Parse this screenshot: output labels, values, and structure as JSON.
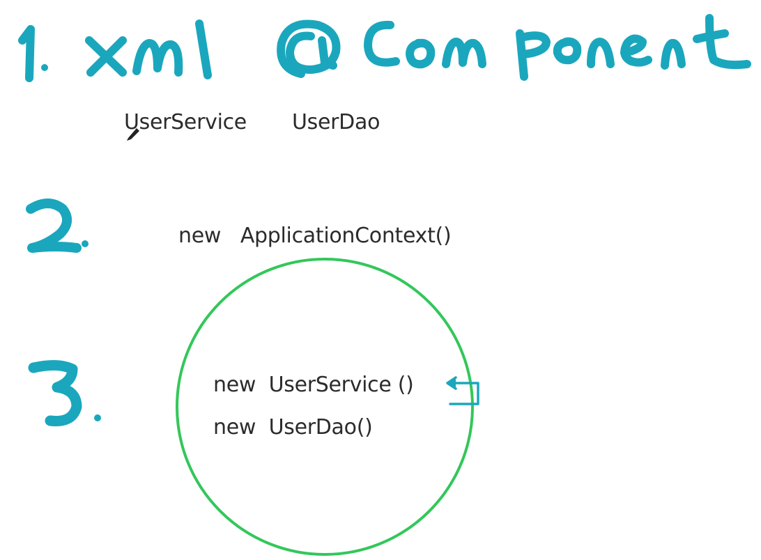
{
  "colors": {
    "ink_teal": "#1aa7bd",
    "circle_green": "#33c75a",
    "text": "#2b2b2b",
    "background": "#ffffff"
  },
  "step1": {
    "number_label": "1.",
    "xml_label": "xml",
    "component_label": "@Component",
    "classes": [
      "UserService",
      "UserDao"
    ]
  },
  "step2": {
    "number_label": "2.",
    "statement": "new   ApplicationContext()"
  },
  "step3": {
    "number_label": "3.",
    "statements": [
      "new  UserService ()",
      "new  UserDao()"
    ]
  },
  "icons": {
    "cursor": "pen-cursor-icon",
    "arrow": "return-arrow-icon"
  }
}
